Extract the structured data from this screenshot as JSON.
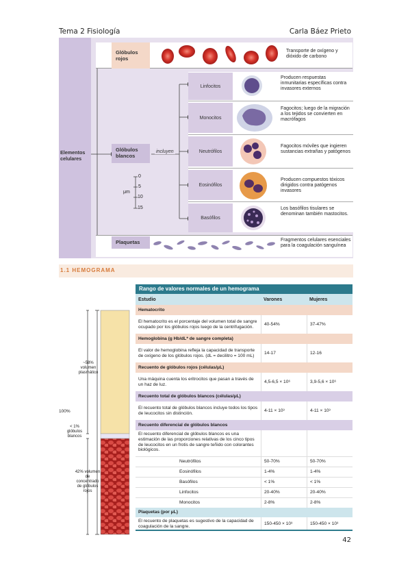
{
  "header": {
    "left": "Tema 2 Fisiología",
    "right": "Carla Báez Prieto"
  },
  "diagram": {
    "elementos": "Elementos celulares",
    "globulos_rojos": {
      "label": "Glóbulos rojos",
      "desc": "Transporte de oxígeno y dióxido de carbono"
    },
    "globulos_blancos": {
      "label": "Glóbulos blancos",
      "incluyen": "incluyen"
    },
    "cells": [
      {
        "name": "Linfocitos",
        "desc": "Producen respuestas inmunitarias específicas contra invasores externos"
      },
      {
        "name": "Monocitos",
        "desc": "Fagocitos; luego de la migración a los tejidos se convierten en macrófagos"
      },
      {
        "name": "Neutrófilos",
        "desc": "Fagocitos móviles que ingieren sustancias extrañas y patógenos"
      },
      {
        "name": "Eosinófilos",
        "desc": "Producen compuestos tóxicos dirigidos contra patógenos invasores"
      },
      {
        "name": "Basófilos",
        "desc": "Los basófilos tisulares se denominan también mastocitos."
      }
    ],
    "plaquetas": {
      "label": "Plaquetas",
      "desc": "Fragmentos celulares esenciales para la coagulación sanguínea"
    },
    "scale": {
      "unit": "μm",
      "ticks": [
        "0",
        "5",
        "10",
        "15"
      ]
    }
  },
  "section": {
    "title": "1.1 HEMOGRAMA"
  },
  "tube": {
    "pct100": "100%",
    "plasma": "~58% volumen plasmático",
    "blancos": "< 1% glóbulos blancos",
    "rojos": "42% volumen de concentrado de glóbulos rojos"
  },
  "table": {
    "title": "Rango de valores normales de un hemograma",
    "headers": [
      "Estudio",
      "Varones",
      "Mujeres"
    ],
    "sections": [
      {
        "heading": "Hematocrito",
        "text": "El hematocrito es el porcentaje del volumen total de sangre ocupado por los glóbulos rojos luego de la centrifugación.",
        "varones": "40-54%",
        "mujeres": "37-47%"
      },
      {
        "heading": "Hemoglobina (g Hb/dL* de sangre completa)",
        "text": "El valor de hemoglobina refleja la capacidad de transporte de oxígeno de los glóbulos rojos. (dL = decilitro = 100 mL)",
        "varones": "14-17",
        "mujeres": "12-16"
      },
      {
        "heading": "Recuento de glóbulos rojos (células/μL)",
        "text": "Una máquina cuenta los eritrocitos que pasan a través de un haz de luz.",
        "varones": "4,5-6,5 × 10⁶",
        "mujeres": "3,9-5,6 × 10⁶"
      },
      {
        "heading": "Recuento total de glóbulos blancos (células/μL)",
        "text": "El recuento total de glóbulos blancos incluye todos los tipos de leucocitos sin distinción.",
        "varones": "4-11 × 10³",
        "mujeres": "4-11 × 10³"
      },
      {
        "heading": "Recuento diferencial de glóbulos blancos",
        "text": "El recuento diferencial de glóbulos blancos es una estimación de las proporciones relativas de los cinco tipos de leucocitos en un frotis de sangre teñido con colorantes biológicos."
      }
    ],
    "diff": [
      {
        "name": "Neutrófilos",
        "varones": "50-70%",
        "mujeres": "50-70%"
      },
      {
        "name": "Eosinófilos",
        "varones": "1-4%",
        "mujeres": "1-4%"
      },
      {
        "name": "Basófilos",
        "varones": "< 1%",
        "mujeres": "< 1%"
      },
      {
        "name": "Linfocitos",
        "varones": "20-40%",
        "mujeres": "20-40%"
      },
      {
        "name": "Monocitos",
        "varones": "2-8%",
        "mujeres": "2-8%"
      }
    ],
    "plaquetas": {
      "heading": "Plaquetas (por μL)",
      "text": "El recuento de plaquetas es sugestivo de la capacidad de coagulación de la sangre.",
      "varones": "150-450 × 10³",
      "mujeres": "150-450 × 10³"
    }
  },
  "page_number": "42",
  "colors": {
    "lavender": "#d9cfe6",
    "salmon": "#f5d7c6",
    "table_head": "#2c7a8c",
    "section_tint": "#f9ebe0",
    "rbc": "#c72d2d"
  }
}
